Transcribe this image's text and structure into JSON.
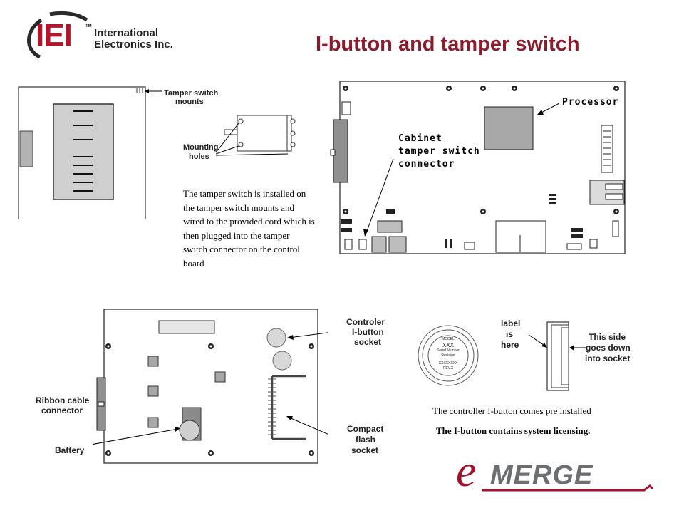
{
  "header": {
    "logo_abbrev": "IEI",
    "logo_tm": "TM",
    "logo_line1": "International",
    "logo_line2": "Electronics Inc.",
    "title": "I-button and tamper switch"
  },
  "tamper_figure": {
    "mounts_label_line1": "Tamper switch",
    "mounts_label_line2": "mounts",
    "holes_label_line1": "Mounting",
    "holes_label_line2": "holes",
    "description": "The tamper switch is installed on the tamper switch mounts and wired to the provided cord which is then plugged into the tamper switch connector on the control board"
  },
  "board_figure": {
    "processor_label": "Processor",
    "connector_label_line1": "Cabinet",
    "connector_label_line2": "tamper switch",
    "connector_label_line3": "connector"
  },
  "socket_figure": {
    "ibutton_label_line1": "Controler",
    "ibutton_label_line2": "I-button",
    "ibutton_label_line3": "socket",
    "ribbon_label_line1": "Ribbon cable",
    "ribbon_label_line2": "connector",
    "battery_label": "Battery",
    "flash_label_line1": "Compact",
    "flash_label_line2": "flash",
    "flash_label_line3": "socket"
  },
  "ibutton_figure": {
    "face_model": "MODEL",
    "face_xxx": "XXX",
    "face_serial": "Serial Number",
    "face_revision": "Revision",
    "face_code": "XXXXXXXX",
    "face_rev": "REV.X",
    "label_here_line1": "label",
    "label_here_line2": "is",
    "label_here_line3": "here",
    "side_label_line1": "This side",
    "side_label_line2": "goes down",
    "side_label_line3": "into socket",
    "caption1": "The controller I-button comes pre installed",
    "caption2": "The I-button contains system licensing."
  },
  "footer": {
    "brand_e": "e",
    "brand_rest": "MERGE"
  },
  "colors": {
    "title": "#8b1c2c",
    "logo_red": "#b5152b",
    "brand_red": "#a3112a",
    "brand_gray": "#6d6e71"
  }
}
